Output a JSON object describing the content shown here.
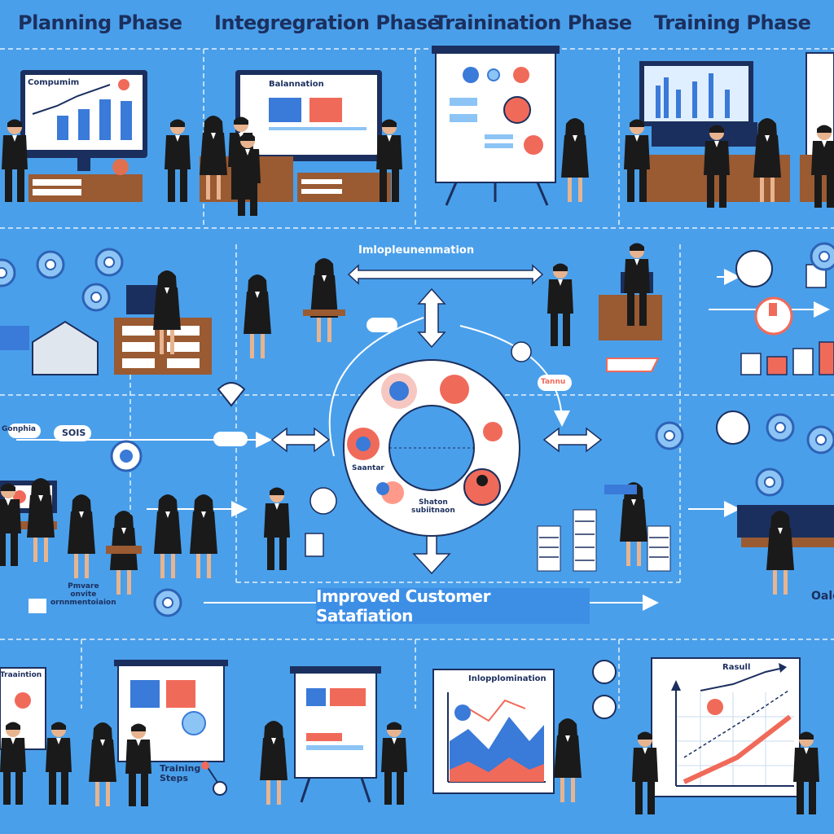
{
  "headers": {
    "planning": "Planning Phase",
    "integration": "Integregration Phase",
    "trainination": "Trainination Phase",
    "training": "Training Phase"
  },
  "labels": {
    "implementation_top": "Imlopleunenmation",
    "improved": "Improved Customer Satafiation",
    "training_steps": "Training\nSteps",
    "result": "Rasull",
    "computing": "Compumim",
    "balanation": "Balannation",
    "implementation_chart": "Inlopplomination",
    "circle_left": "Saantar",
    "circle_right": "Shaton\nsubiitnaon",
    "bottom_left_note": "Pmvare\nonvite\nornnmentoiaion",
    "training_board": "Traaintion",
    "cloud_left": "Gonphia",
    "cloud_2": "SOIS",
    "right_edge": "Oalo",
    "tannu": "Tannu"
  },
  "colors": {
    "background": "#4a9fea",
    "banner": "#3d8fe6",
    "suit": "#1a1a1a",
    "desk": "#9a5a32",
    "accent_red": "#f06a5a",
    "accent_blue": "#3a7ad8"
  }
}
